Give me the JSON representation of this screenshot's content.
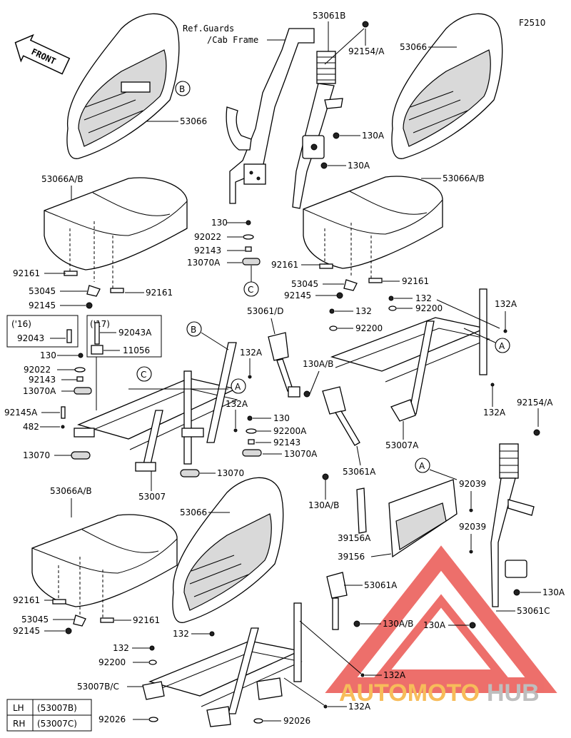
{
  "figure_code": "F2510",
  "front_label": "FRONT",
  "ref_note": {
    "line1": "Ref.Guards",
    "line2": "/Cab Frame"
  },
  "callouts": {
    "c53061B": "53061B",
    "c92154A_top": "92154/A",
    "c53066_tr": "53066",
    "c53066_tl": "53066",
    "cB_top": "B",
    "c130A_1": "130A",
    "c130A_2": "130A",
    "c53066AB_tl": "53066A/B",
    "c53066AB_tr": "53066A/B",
    "c130": "130",
    "c92022": "92022",
    "c92143": "92143",
    "c13070A": "13070A",
    "cC_1": "C",
    "c92161_l1": "92161",
    "c92161_l2": "92161",
    "c53045_l": "53045",
    "c92145_l": "92145",
    "c92161_r1": "92161",
    "c92161_r2": "92161",
    "c53045_r": "53045",
    "c92145_r": "92145",
    "c132_r": "132",
    "c92200_r": "92200",
    "c132A_r": "132A",
    "cA_r": "A",
    "c53061D": "53061/D",
    "c132_m": "132",
    "c92200_m": "92200",
    "c132A_m": "132A",
    "c53007A": "53007A",
    "c92154A_r": "92154/A",
    "box16_title": "('16)",
    "box16_part": "92043",
    "box17_title": "('17)",
    "box17_part1": "92043A",
    "box17_part2": "11056",
    "cB_mid": "B",
    "c132A_mid": "132A",
    "cA_mid": "A",
    "c130_l": "130",
    "c92022_l": "92022",
    "c92143_l": "92143",
    "cC_2": "C",
    "c13070A_l": "13070A",
    "c92145A": "92145A",
    "c482": "482",
    "c130AB_1": "130A/B",
    "c132A_m2": "132A",
    "c130_m": "130",
    "c92200A": "92200A",
    "c92143_m": "92143",
    "c13070A_m": "13070A",
    "c13070": "13070",
    "c13070_m": "13070",
    "c53007": "53007",
    "c53061A_m": "53061A",
    "cA_bot": "A",
    "c92039_1": "92039",
    "c92039_2": "92039",
    "c130AB_2": "130A/B",
    "c39156A": "39156A",
    "c39156": "39156",
    "c53066AB_bl": "53066A/B",
    "c53066_b": "53066",
    "c92161_b1": "92161",
    "c92161_b2": "92161",
    "c53045_b": "53045",
    "c92145_b": "92145",
    "c53061A_b": "53061A",
    "c130AB_3": "130A/B",
    "c130A_r": "130A",
    "c53061C": "53061C",
    "c130A_r2": "130A",
    "c132_b": "132",
    "c132_b2": "132",
    "c92200_b": "92200",
    "c53007BC": "53007B/C",
    "c92026_l": "92026",
    "c92026_r": "92026",
    "c132A_b1": "132A",
    "c132A_b2": "132A"
  },
  "legend": [
    {
      "side": "LH",
      "part": "(53007B)"
    },
    {
      "side": "RH",
      "part": "(53007C)"
    }
  ],
  "watermark": {
    "part1": "AUTOMOTO",
    "part2": "HUB",
    "color1": "#f5a623",
    "color2": "#b8b8b8",
    "triangle": "#e8403a"
  }
}
